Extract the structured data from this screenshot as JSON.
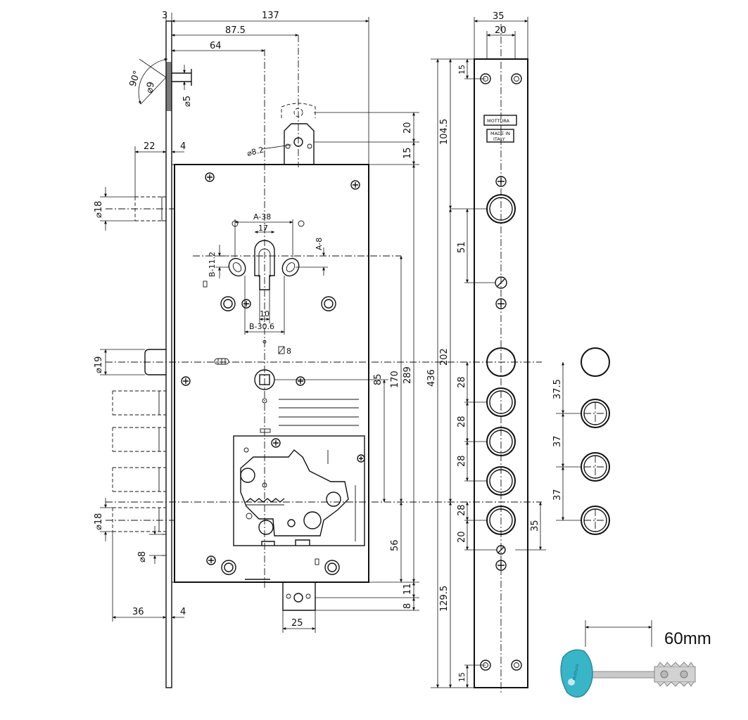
{
  "top_dims": {
    "d3": "3",
    "d137": "137",
    "d875": "87.5",
    "d64": "64"
  },
  "angle_dims": {
    "a90": "90°",
    "d9": "9",
    "d5": "5"
  },
  "left_dims": {
    "d22": "22",
    "d4top": "4",
    "d18top": "18",
    "d19": "19",
    "d18bot": "18",
    "d8": "8",
    "d36": "36",
    "d4bot": "4"
  },
  "cylinder_dims": {
    "a38": "A-38",
    "d17": "17",
    "a8": "A-8",
    "b112": "B-11.2",
    "d10": "10",
    "b306": "B-30.6",
    "d82": "8.2",
    "sq8": "8"
  },
  "right_dims": {
    "d20": "20",
    "d15": "15",
    "d170": "170",
    "d289": "289",
    "d85": "85",
    "d56": "56",
    "d11": "11",
    "d8": "8"
  },
  "bottom_dims": {
    "d25": "25"
  },
  "plate": {
    "d35": "35",
    "d20": "20",
    "d436": "436",
    "d15top": "15",
    "d1045": "104.5",
    "d51": "51",
    "d202": "202",
    "d28a": "28",
    "d28b": "28",
    "d28c": "28",
    "d28d": "28",
    "d20b": "20",
    "d1295": "129.5",
    "d15bot": "15",
    "d35side": "35",
    "brand": "MOTTURA",
    "made_line1": "MADE IN",
    "made_line2": "ITALY"
  },
  "far_dims": {
    "d375": "37.5",
    "d37a": "37",
    "d37b": "37"
  },
  "key": {
    "label": "60mm",
    "brand": "Mottura"
  },
  "colors": {
    "line": "#111111",
    "key_head": "#38b6c8",
    "key_metal": "#c9c9c9"
  }
}
